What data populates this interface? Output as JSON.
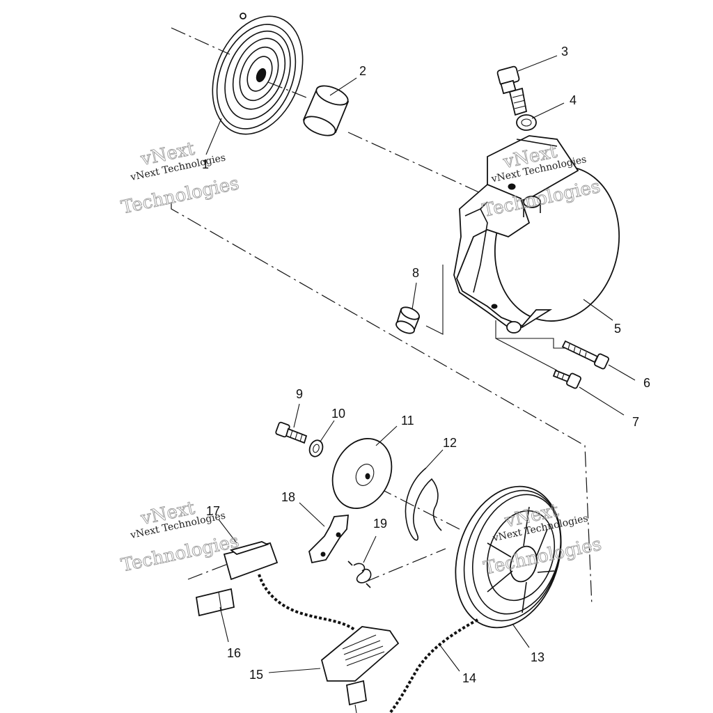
{
  "parts": [
    {
      "label": "1"
    },
    {
      "label": "2"
    },
    {
      "label": "3"
    },
    {
      "label": "4"
    },
    {
      "label": "5"
    },
    {
      "label": "6"
    },
    {
      "label": "7"
    },
    {
      "label": "8"
    },
    {
      "label": "9"
    },
    {
      "label": "10"
    },
    {
      "label": "11"
    },
    {
      "label": "12"
    },
    {
      "label": "13"
    },
    {
      "label": "14"
    },
    {
      "label": "15"
    },
    {
      "label": "16"
    },
    {
      "label": "17"
    },
    {
      "label": "18"
    },
    {
      "label": "19"
    }
  ],
  "watermark": {
    "small": "vNext Technologies",
    "large_1": "vNext",
    "large_2": "Technologies"
  }
}
